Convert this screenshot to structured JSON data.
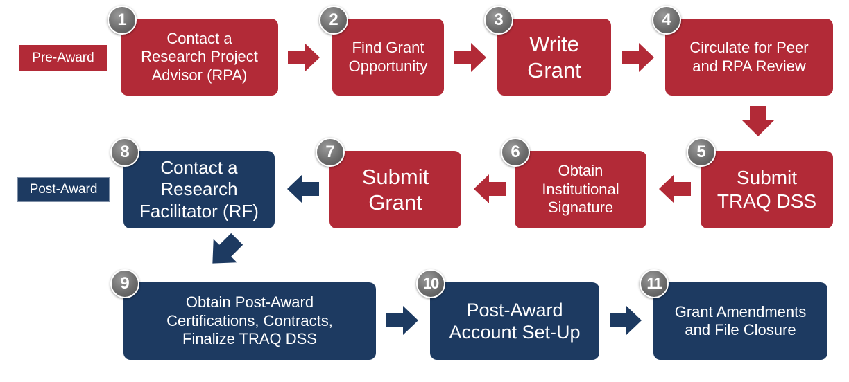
{
  "phases": {
    "pre_award": "Pre-Award",
    "post_award": "Post-Award"
  },
  "colors": {
    "pre_award": "#b22a37",
    "post_award": "#1d3a61",
    "badge": "#6d6d6d"
  },
  "steps": [
    {
      "number": "1",
      "label": "Contact a\nResearch Project\nAdvisor (RPA)"
    },
    {
      "number": "2",
      "label": "Find Grant\nOpportunity"
    },
    {
      "number": "3",
      "label": "Write\nGrant"
    },
    {
      "number": "4",
      "label": "Circulate for Peer\nand RPA Review"
    },
    {
      "number": "5",
      "label": "Submit\nTRAQ DSS"
    },
    {
      "number": "6",
      "label": "Obtain\nInstitutional\nSignature"
    },
    {
      "number": "7",
      "label": "Submit\nGrant"
    },
    {
      "number": "8",
      "label": "Contact a\nResearch\nFacilitator (RF)"
    },
    {
      "number": "9",
      "label": "Obtain Post-Award\nCertifications, Contracts,\nFinalize TRAQ DSS"
    },
    {
      "number": "10",
      "label": "Post-Award\nAccount Set-Up"
    },
    {
      "number": "11",
      "label": "Grant Amendments\nand File Closure"
    }
  ]
}
